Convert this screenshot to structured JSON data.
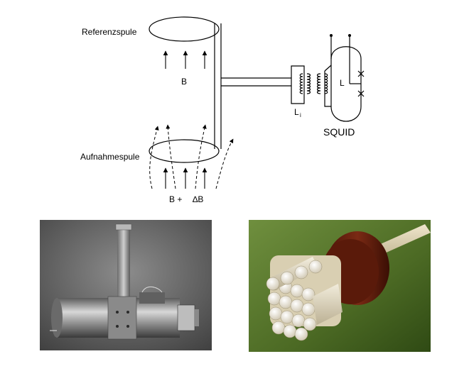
{
  "diagram": {
    "labels": {
      "reference_coil": "Referenzspule",
      "pickup_coil": "Aufnahmespule",
      "field": "B",
      "field_plus": "B +",
      "field_delta": "∆B",
      "inductance_main": "L",
      "inductance_input": "L",
      "inductance_input_subscript": "i",
      "squid": "SQUID"
    }
  },
  "photos": [
    {
      "name": "gradiometer-photo",
      "style": "grayscale"
    },
    {
      "name": "sensor-array-photo",
      "style": "color"
    }
  ]
}
